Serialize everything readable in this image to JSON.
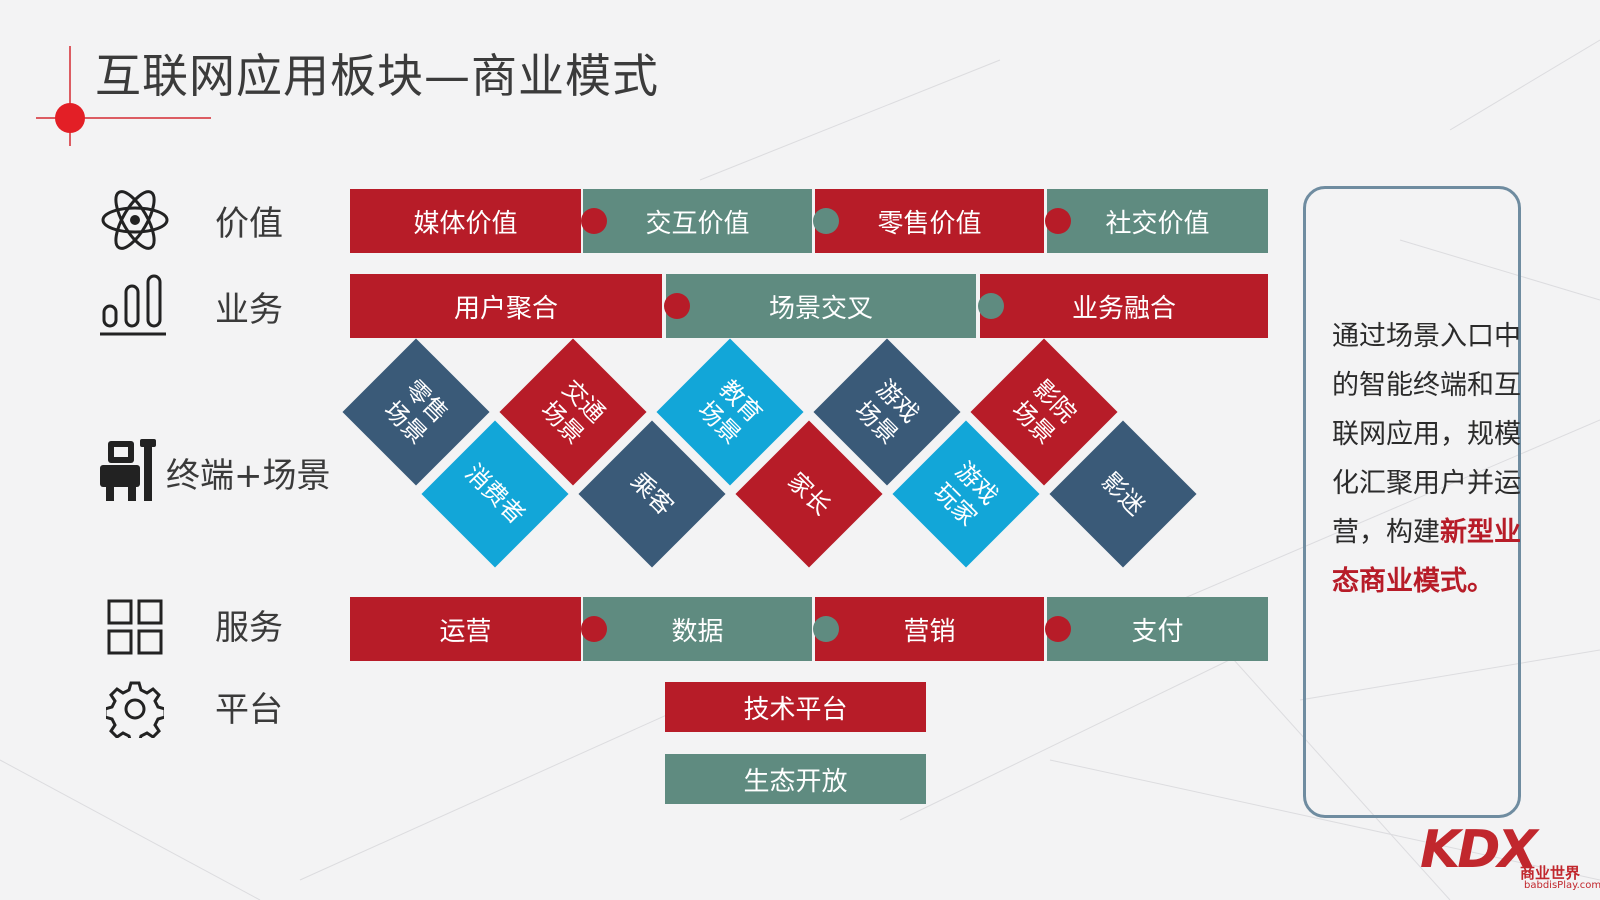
{
  "title": "互联网应用板块—商业模式",
  "rows": {
    "value": "价值",
    "business": "业务",
    "terminal": "终端+场景",
    "service": "服务",
    "platform": "平台"
  },
  "value_bar": [
    "媒体价值",
    "交互价值",
    "零售价值",
    "社交价值"
  ],
  "business_bar": [
    "用户聚合",
    "场景交叉",
    "业务融合"
  ],
  "service_bar": [
    "运营",
    "数据",
    "营销",
    "支付"
  ],
  "platform_bar": [
    "技术平台",
    "生态开放"
  ],
  "puzzle_top": [
    "零售\n场景",
    "交通\n场景",
    "教育\n场景",
    "游戏\n场景",
    "影院\n场景"
  ],
  "puzzle_bottom": [
    "消费者",
    "乘客",
    "家长",
    "游戏\n玩家",
    "影迷"
  ],
  "side_note": {
    "text": "通过场景入口中的智能终端和互联网应用，规模化汇聚用户并运营，构建",
    "highlight": "新型业态商业模式。"
  },
  "logo": {
    "brand": "KDX",
    "sub": "商业世界",
    "url": "babdisPlay.com"
  },
  "colors": {
    "red": "#b71c28",
    "teal": "#5f8b80",
    "navy": "#3a5a78",
    "cyan": "#12a6d8"
  },
  "icons": [
    "atom-icon",
    "bar-chart-icon",
    "terminal-person-icon",
    "grid-icon",
    "gear-icon"
  ]
}
